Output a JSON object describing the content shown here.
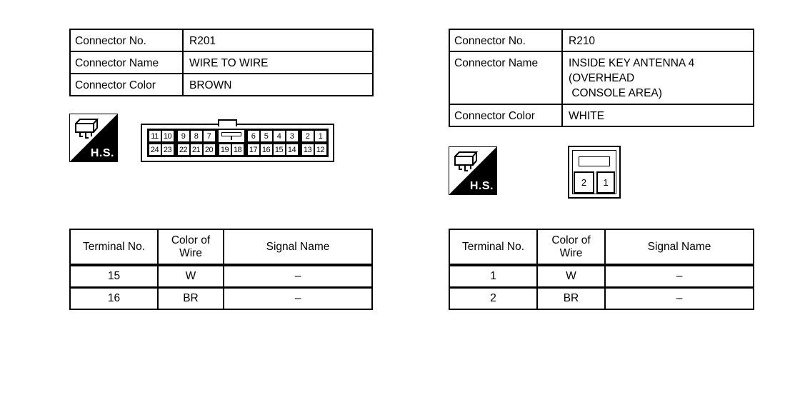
{
  "colors": {
    "ink": "#000000",
    "paper": "#ffffff"
  },
  "panels": [
    {
      "info": {
        "rows": [
          {
            "label": "Connector No.",
            "value": "R201"
          },
          {
            "label": "Connector Name",
            "value": "WIRE TO WIRE"
          },
          {
            "label": "Connector Color",
            "value": "BROWN"
          }
        ]
      },
      "hs_badge": "H.S.",
      "connector": {
        "type": "24-pin wire-to-wire housing",
        "pins_top": [
          "11",
          "10",
          "9",
          "8",
          "7",
          "6",
          "5",
          "4",
          "3",
          "2",
          "1"
        ],
        "pins_bottom": [
          "24",
          "23",
          "22",
          "21",
          "20",
          "19",
          "18",
          "17",
          "16",
          "15",
          "14",
          "13",
          "12"
        ]
      },
      "terminal_table": {
        "headers": [
          "Terminal No.",
          "Color of Wire",
          "Signal Name"
        ],
        "rows": [
          {
            "terminal": "15",
            "wire_color": "W",
            "signal": "–"
          },
          {
            "terminal": "16",
            "wire_color": "BR",
            "signal": "–"
          }
        ]
      }
    },
    {
      "info": {
        "rows": [
          {
            "label": "Connector No.",
            "value": "R210"
          },
          {
            "label": "Connector Name",
            "value": "INSIDE KEY ANTENNA 4\n(OVERHEAD\n CONSOLE AREA)"
          },
          {
            "label": "Connector Color",
            "value": "WHITE"
          }
        ]
      },
      "hs_badge": "H.S.",
      "connector": {
        "type": "2-pin antenna connector",
        "pins": [
          "2",
          "1"
        ]
      },
      "terminal_table": {
        "headers": [
          "Terminal No.",
          "Color of Wire",
          "Signal Name"
        ],
        "rows": [
          {
            "terminal": "1",
            "wire_color": "W",
            "signal": "–"
          },
          {
            "terminal": "2",
            "wire_color": "BR",
            "signal": "–"
          }
        ]
      }
    }
  ]
}
